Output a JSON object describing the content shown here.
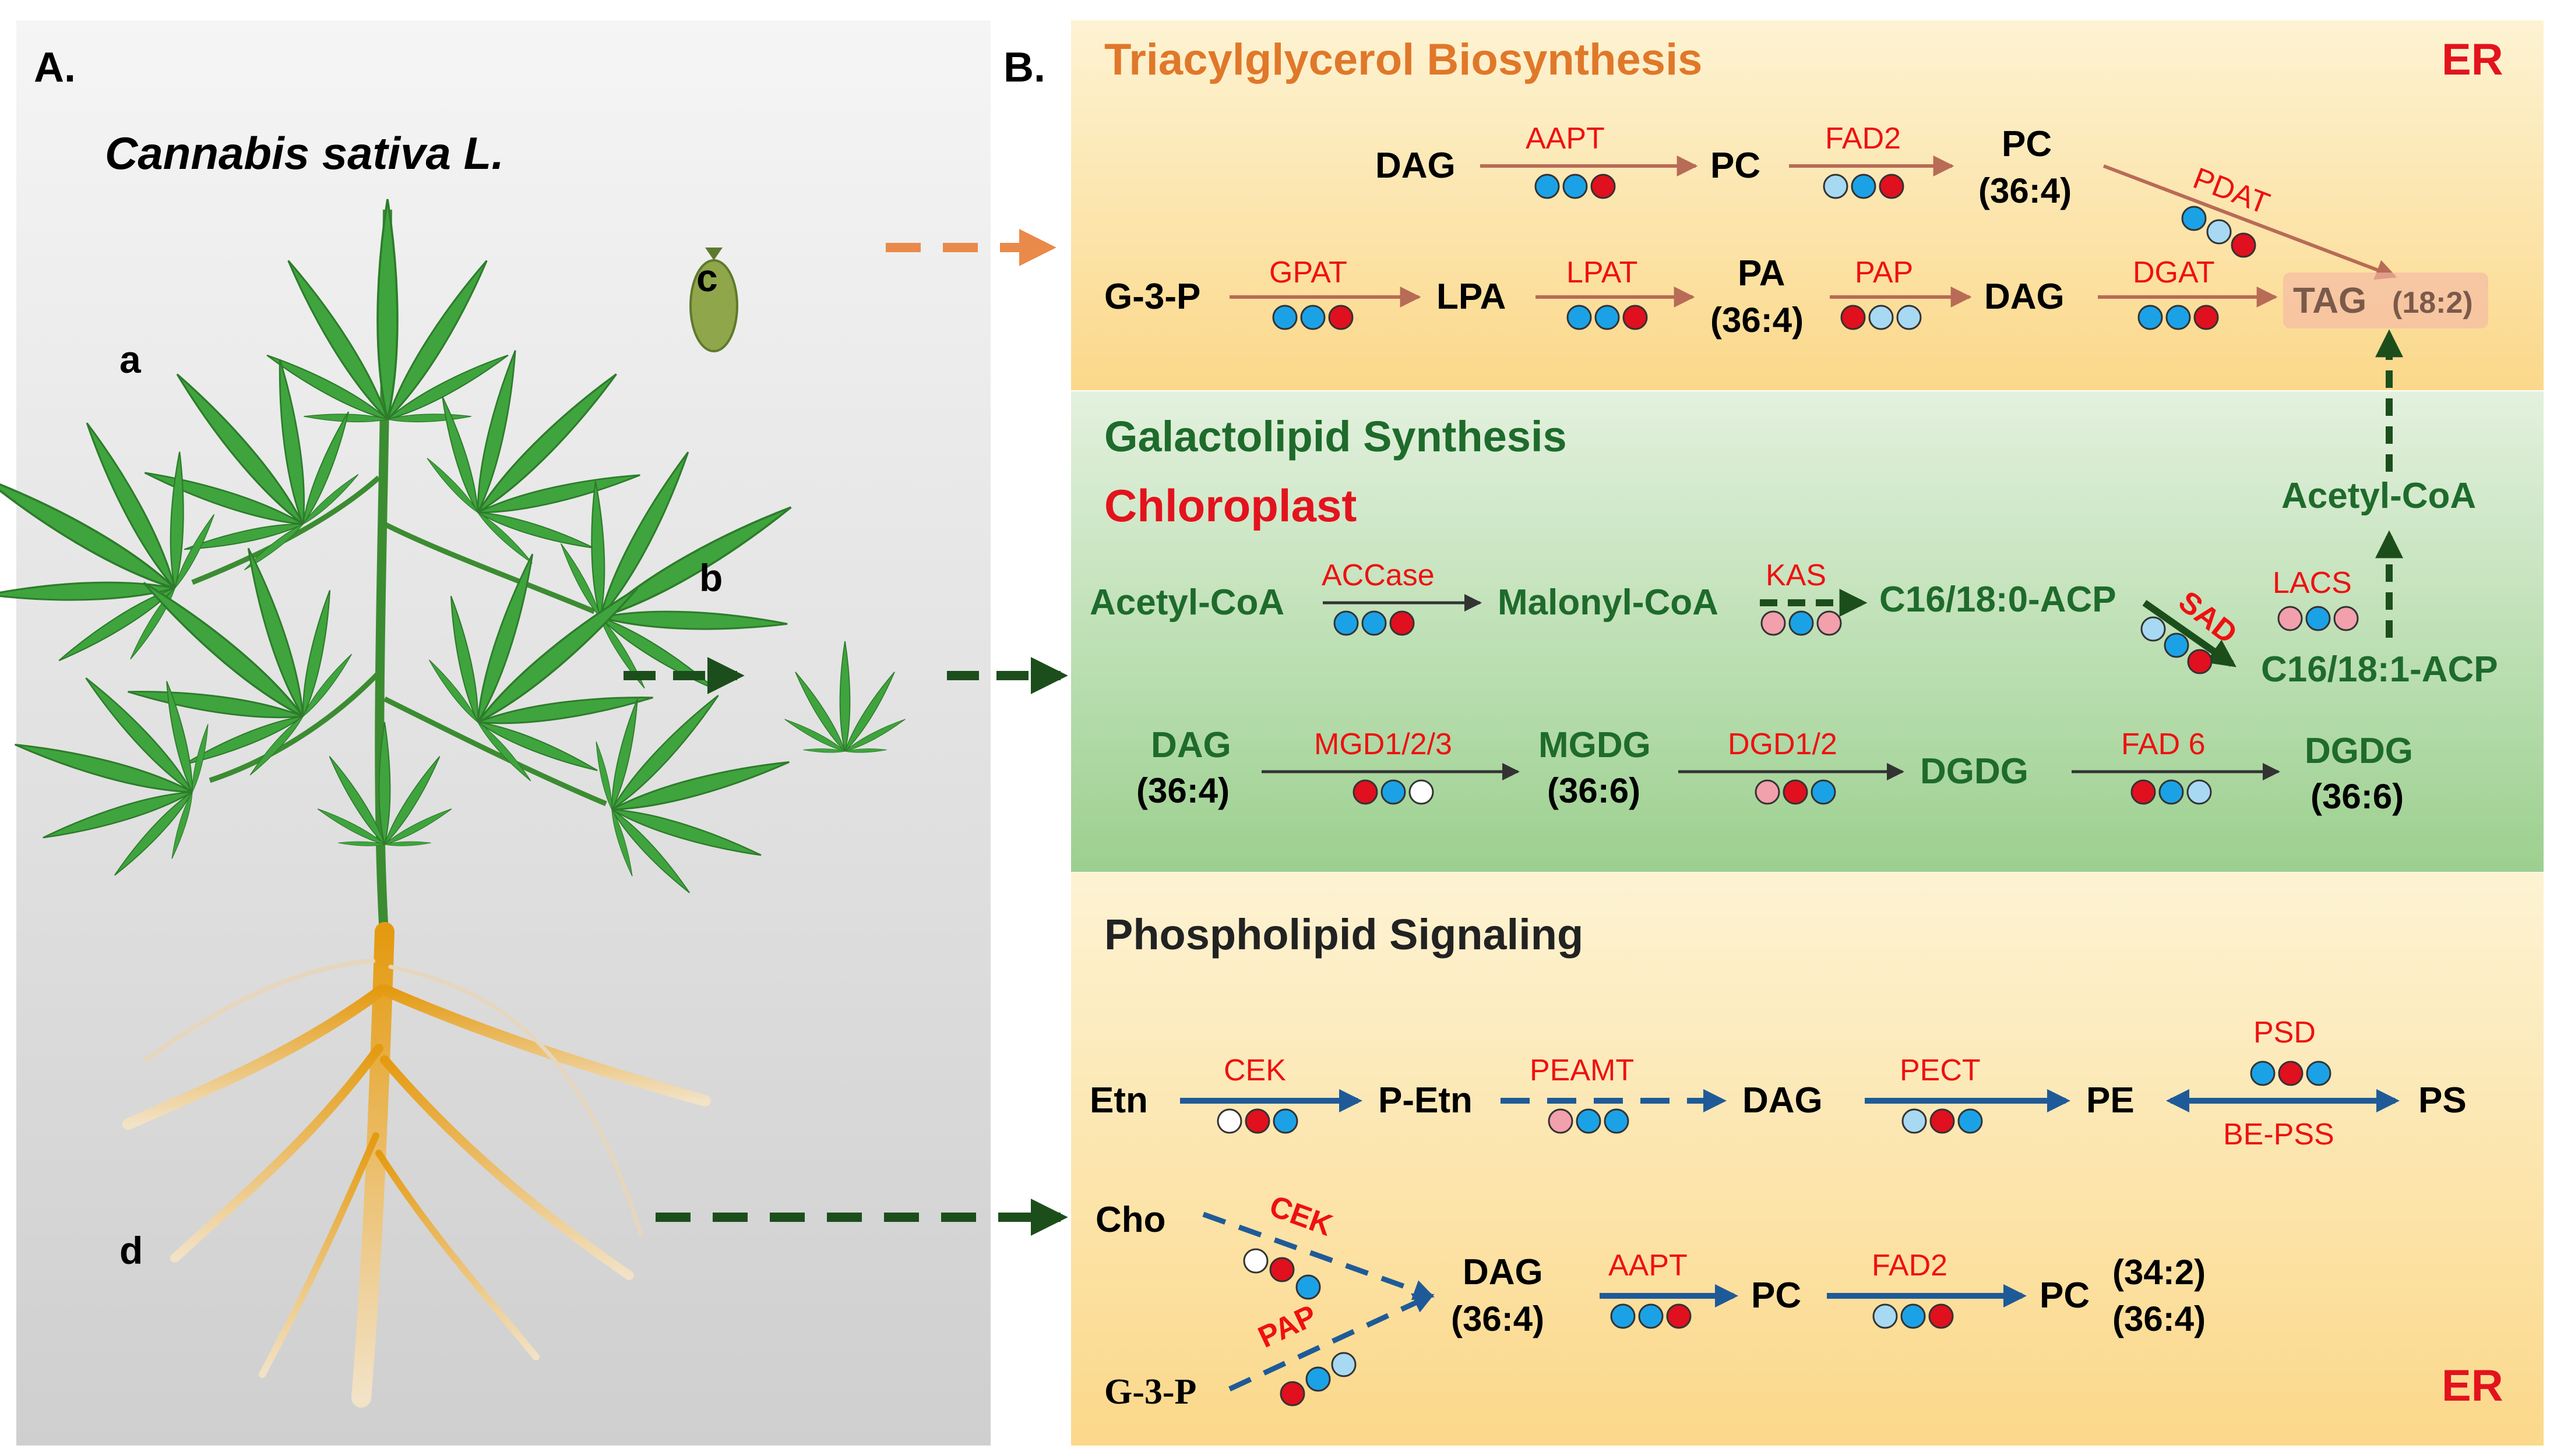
{
  "panel_a": {
    "label": "A.",
    "species": "Cannabis sativa L.",
    "tissue_labels": {
      "a": "a",
      "b": "b",
      "c": "c",
      "d": "d"
    }
  },
  "panel_b": {
    "label": "B."
  },
  "tag_section": {
    "title": "Triacylglycerol Biosynthesis",
    "compartment": "ER",
    "nodes": {
      "dag_top": "DAG",
      "pc_top": "PC",
      "pc_364_a": "PC",
      "pc_364_b": "(36:4)",
      "g3p": "G-3-P",
      "lpa": "LPA",
      "pa_a": "PA",
      "pa_b": "(36:4)",
      "dag_mid": "DAG",
      "tag": "TAG",
      "tag_sub": "(18:2)"
    },
    "enzymes": {
      "aapt": "AAPT",
      "fad2": "FAD2",
      "pdat": "PDAT",
      "gpat": "GPAT",
      "lpat": "LPAT",
      "pap": "PAP",
      "dgat": "DGAT"
    }
  },
  "gal_section": {
    "title": "Galactolipid Synthesis",
    "compartment": "Chloroplast",
    "nodes": {
      "acetyl_left": "Acetyl-CoA",
      "malonyl": "Malonyl-CoA",
      "c16_0": "C16/18:0-ACP",
      "c16_1": "C16/18:1-ACP",
      "acetyl_right": "Acetyl-CoA",
      "dag_a": "DAG",
      "dag_b": "(36:4)",
      "mgdg_a": "MGDG",
      "mgdg_b": "(36:6)",
      "dgdg": "DGDG",
      "dgdg2_a": "DGDG",
      "dgdg2_b": "(36:6)"
    },
    "enzymes": {
      "accase": "ACCase",
      "kas": "KAS",
      "sad": "SAD",
      "lacs": "LACS",
      "mgd": "MGD1/2/3",
      "dgd": "DGD1/2",
      "fad6": "FAD 6"
    }
  },
  "phos_section": {
    "title": "Phospholipid Signaling",
    "compartment": "ER",
    "nodes": {
      "etn": "Etn",
      "petn": "P-Etn",
      "dag_row1": "DAG",
      "pe": "PE",
      "ps": "PS",
      "cho": "Cho",
      "g3p": "G-3-P",
      "dag_a": "DAG",
      "dag_b": "(36:4)",
      "pc1": "PC",
      "pc2": "PC",
      "pc2_s1": "(34:2)",
      "pc2_s2": "(36:4)"
    },
    "enzymes": {
      "cek": "CEK",
      "peamt": "PEAMT",
      "pect": "PECT",
      "psd": "PSD",
      "bepss": "BE-PSS",
      "cek2": "CEK",
      "pap": "PAP",
      "aapt": "AAPT",
      "fad2": "FAD2"
    }
  },
  "colors": {
    "dot_red": "#e0101e",
    "dot_blue": "#1ba2e6",
    "dot_light_blue": "#a8d9f2",
    "dot_pink": "#f2a0ac",
    "dot_white": "#ffffff",
    "enzyme_red": "#ee1111",
    "title_orange": "#e0782a",
    "title_green": "#1e6b2c",
    "arrow_blue": "#1f5a98",
    "arrow_dark_green": "#1c4e1c"
  }
}
